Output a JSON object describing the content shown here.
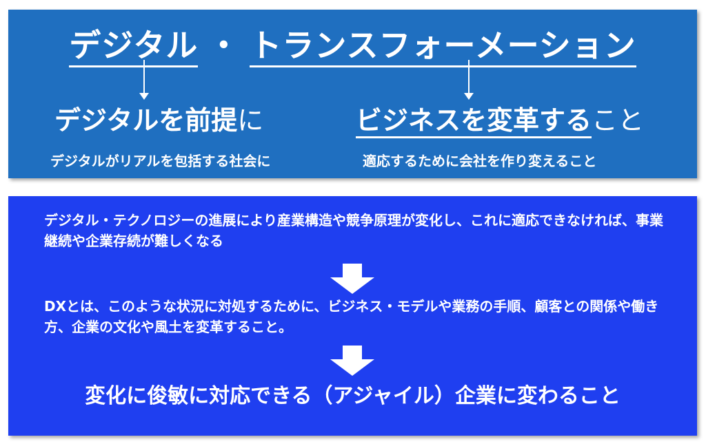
{
  "top_panel": {
    "title_part1": "デジタル",
    "title_separator": "・",
    "title_part2": "トランスフォーメーション",
    "left_heading_bold": "デジタルを前提",
    "left_heading_tail": "に",
    "right_heading_bold": "ビジネスを変革する",
    "right_heading_tail": "こと",
    "left_description": "デジタルがリアルを包括する社会に",
    "right_description": "適応するために会社を作り変えること",
    "color": "#1f6fc0"
  },
  "bottom_panel": {
    "paragraph1": "デジタル・テクノロジーの進展により産業構造や競争原理が変化し、これに適応できなければ、事業継続や企業存続が難しくなる",
    "paragraph2": "DXとは、このような状況に対処するために、ビジネス・モデルや業務の手順、顧客との関係や働き方、企業の文化や風土を変革すること。",
    "conclusion": "変化に俊敏に対応できる（アジャイル）企業に変わること",
    "color": "#1f3ff0"
  }
}
